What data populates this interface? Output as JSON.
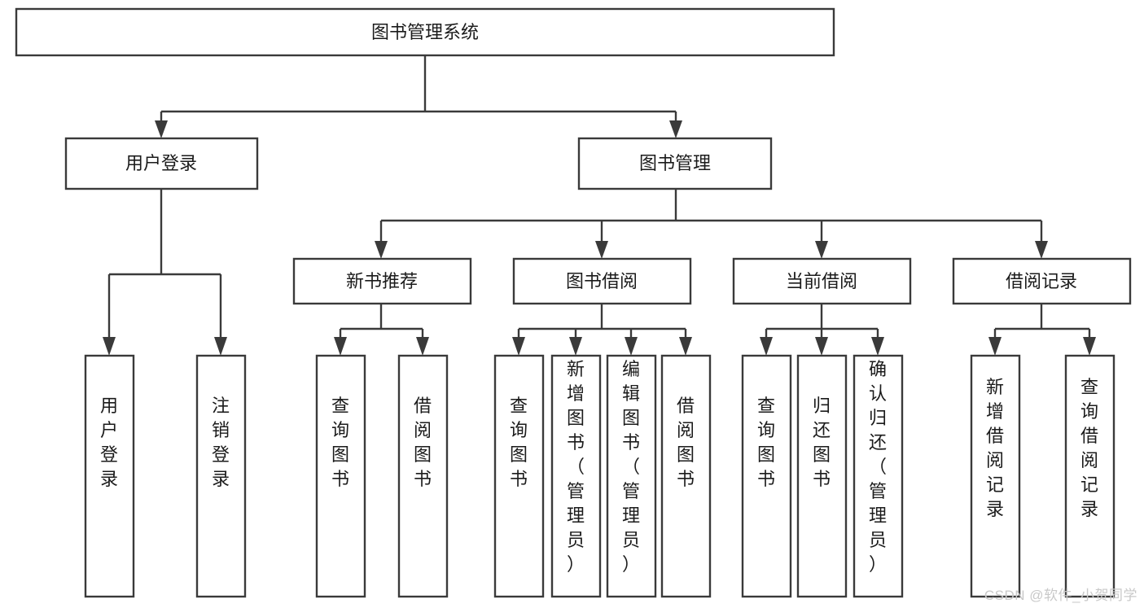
{
  "diagram": {
    "type": "tree",
    "title": "图书管理系统",
    "orientation": "top-down",
    "style": {
      "box_fill": "#ffffff",
      "box_stroke": "#3a3a3a",
      "text_color": "#1b1b1b",
      "background": "#ffffff"
    },
    "levels": {
      "level0": [
        {
          "id": "root",
          "label": "图书管理系统"
        }
      ],
      "level1": [
        {
          "id": "user-login",
          "label": "用户登录",
          "parent": "root"
        },
        {
          "id": "book-management",
          "label": "图书管理",
          "parent": "root"
        }
      ],
      "level2": [
        {
          "id": "new-book-recommend",
          "label": "新书推荐",
          "parent": "book-management"
        },
        {
          "id": "book-borrow",
          "label": "图书借阅",
          "parent": "book-management"
        },
        {
          "id": "current-borrow",
          "label": "当前借阅",
          "parent": "book-management"
        },
        {
          "id": "borrow-record",
          "label": "借阅记录",
          "parent": "book-management"
        }
      ],
      "leaves": [
        {
          "id": "leaf-user-login",
          "label": "用户登录",
          "parent": "user-login"
        },
        {
          "id": "leaf-logout-login",
          "label": "注销登录",
          "parent": "user-login"
        },
        {
          "id": "leaf-query-book-1",
          "label": "查询图书",
          "parent": "new-book-recommend"
        },
        {
          "id": "leaf-borrow-book-1",
          "label": "借阅图书",
          "parent": "new-book-recommend"
        },
        {
          "id": "leaf-query-book-2",
          "label": "查询图书",
          "parent": "book-borrow"
        },
        {
          "id": "leaf-add-book",
          "label": "新增图书（管理员）",
          "parent": "book-borrow"
        },
        {
          "id": "leaf-edit-book",
          "label": "编辑图书（管理员）",
          "parent": "book-borrow"
        },
        {
          "id": "leaf-borrow-book-2",
          "label": "借阅图书",
          "parent": "book-borrow"
        },
        {
          "id": "leaf-query-book-3",
          "label": "查询图书",
          "parent": "current-borrow"
        },
        {
          "id": "leaf-return-book",
          "label": "归还图书",
          "parent": "current-borrow"
        },
        {
          "id": "leaf-confirm-return",
          "label": "确认归还（管理员）",
          "parent": "current-borrow"
        },
        {
          "id": "leaf-add-record",
          "label": "新增借阅记录",
          "parent": "borrow-record"
        },
        {
          "id": "leaf-query-record",
          "label": "查询借阅记录",
          "parent": "borrow-record"
        }
      ]
    }
  },
  "watermark": {
    "text": "CSDN @软件_小贺同学"
  }
}
